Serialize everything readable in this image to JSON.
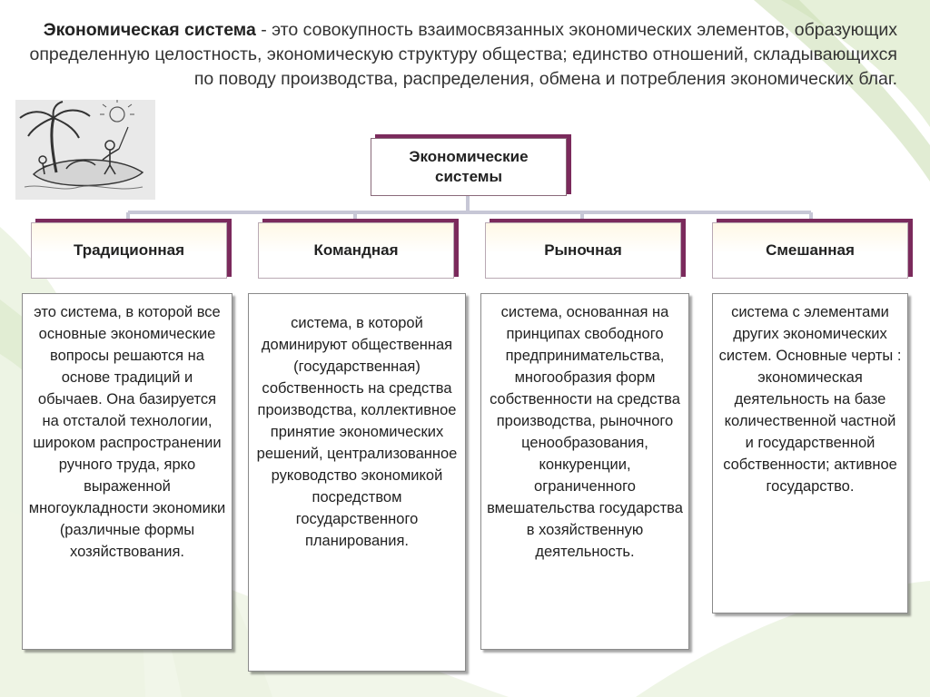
{
  "definition": {
    "term": "Экономическая система",
    "text": " - это совокупность взаимосвязанных экономических элементов, образующих определенную целостность, экономическую структуру общества; единство отношений, складывающихся по поводу производства, распределения, обмена и потребления экономических благ."
  },
  "root": {
    "line1": "Экономические",
    "line2": "системы"
  },
  "types": [
    {
      "label": "Традиционная",
      "description": "это система, в которой все основные экономические вопросы решаются на основе традиций и обычаев. Она базируется на отсталой технологии, широком распространении ручного труда, ярко выраженной многоукладности экономики (различные формы хозяйствования."
    },
    {
      "label": "Командная",
      "description": "система, в которой доминируют общественная (государственная) собственность на средства производства, коллективное принятие экономических решений, централизованное руководство экономикой посредством государственного планирования."
    },
    {
      "label": "Рыночная",
      "description": "система, основанная на принципах свободного предпринимательства, многообразия форм собственности на средства производства, рыночного ценообразования, конкуренции, ограниченного вмешательства государства в хозяйственную деятельность."
    },
    {
      "label": "Смешанная",
      "description": "система с элементами других экономических систем. Основные черты : экономическая деятельность на базе количественной частной и государственной собственности; активное государство."
    }
  ]
}
